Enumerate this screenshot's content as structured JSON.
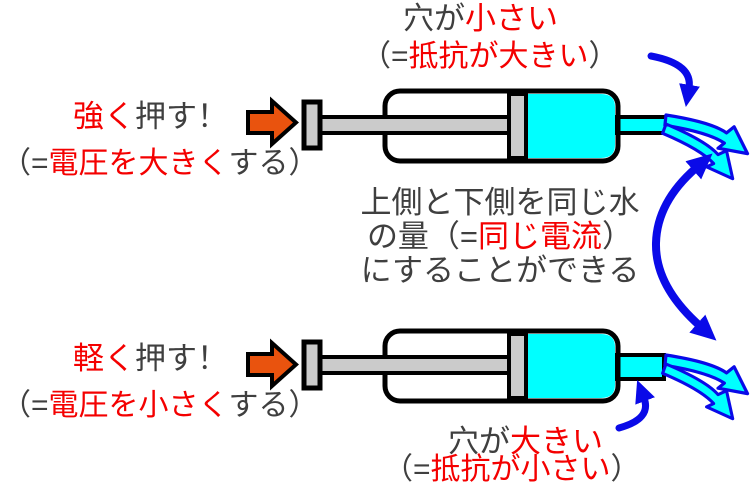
{
  "diagram": {
    "subject": "syringe water-flow analogy for voltage, current and resistance",
    "background": "#ffffff"
  },
  "colors": {
    "dark_text": "#3f3f3f",
    "red_text": "#f40000",
    "water_cyan": "#00ffff",
    "plunger_gray": "#cbcbcb",
    "outline_black": "#000000",
    "arrow_blue": "#0a0ae8",
    "push_arrow_orange": "#e9530e"
  },
  "labels": {
    "push_strong": {
      "emphasis": "強く",
      "rest": "押す！"
    },
    "voltage_up": {
      "prefix": "（=",
      "emphasis": "電圧を大きく",
      "suffix": "する）"
    },
    "hole_small": {
      "prefix": "穴が",
      "emphasis": "小さい"
    },
    "resistance_big": {
      "prefix": "（=",
      "emphasis": "抵抗が大きい",
      "suffix": "）"
    },
    "same_current": {
      "line1": "上側と下側を同じ水",
      "line2_prefix": "の量（=",
      "line2_emphasis": "同じ電流",
      "line2_suffix": "）",
      "line3": "にすることができる"
    },
    "push_light": {
      "emphasis": "軽く",
      "rest": "押す！"
    },
    "voltage_down": {
      "prefix": "（=",
      "emphasis": "電圧を小さく",
      "suffix": "する）"
    },
    "hole_big": {
      "prefix": "穴が",
      "emphasis": "大きい"
    },
    "resistance_small": {
      "prefix": "（=",
      "emphasis": "抵抗が小さい",
      "suffix": "）"
    }
  },
  "icons": {
    "push_arrow": "orange block arrow pointing right at each plunger",
    "flow_arrow": "cyan outlined water-stream arrows leaving each nozzle",
    "pointer_arrow": "small curved blue arrow pointing at each nozzle",
    "double_arrow": "curved blue two-headed arrow linking both water streams"
  }
}
